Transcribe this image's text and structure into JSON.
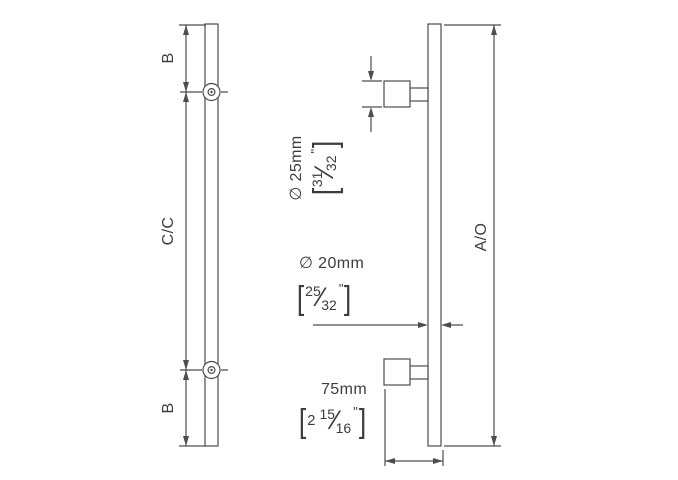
{
  "left_view": {
    "dim_b_top": "B",
    "dim_cc": "C/C",
    "dim_b_bottom": "B"
  },
  "right_view": {
    "dim_ao": "A/O",
    "dia25_label": "∅ 25mm",
    "dia25_num": "31",
    "dia25_den": "32",
    "dia20_label": "∅ 20mm",
    "dia20_num": "25",
    "dia20_den": "32",
    "proj_label": "75mm",
    "proj_whole": "2",
    "proj_num": "15",
    "proj_den": "16"
  },
  "symbols": {
    "bracket_open": "[",
    "bracket_close": "]",
    "fraction_slash": "⁄",
    "inch_mark": "\""
  },
  "colors": {
    "line": "#4d4d4d",
    "text": "#3d3d3d",
    "background": "#ffffff"
  }
}
